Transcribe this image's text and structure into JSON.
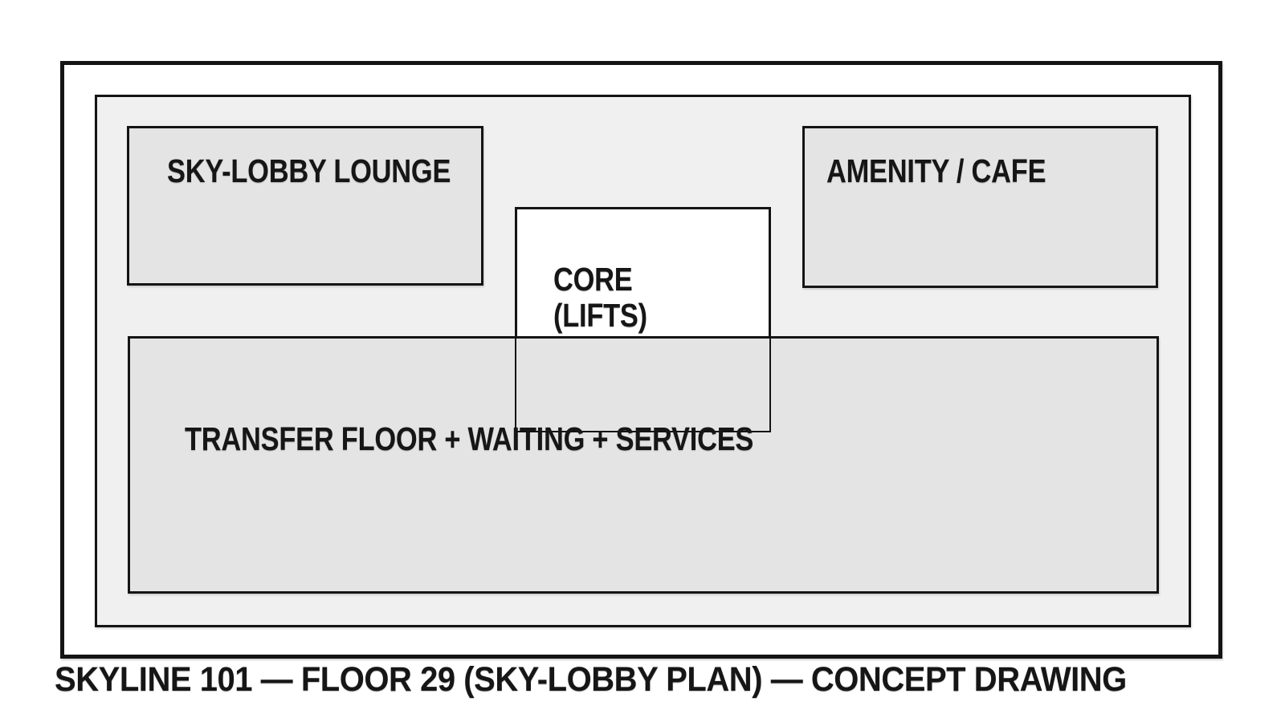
{
  "caption": "SKYLINE 101 — FLOOR 29 (SKY-LOBBY PLAN) — CONCEPT DRAWING",
  "rooms": {
    "lounge": {
      "label": "SKY-LOBBY LOUNGE"
    },
    "amenity": {
      "label": "AMENITY / CAFE"
    },
    "core": {
      "line1": "CORE",
      "line2": "(LIFTS)"
    },
    "transfer": {
      "label": "TRANSFER FLOOR + WAITING + SERVICES"
    }
  },
  "colors": {
    "background": "#ffffff",
    "panel_fill": "#f0f0f0",
    "room_fill": "#e4e4e4",
    "core_fill": "#ffffff",
    "line": "#141414",
    "text": "#161616"
  }
}
